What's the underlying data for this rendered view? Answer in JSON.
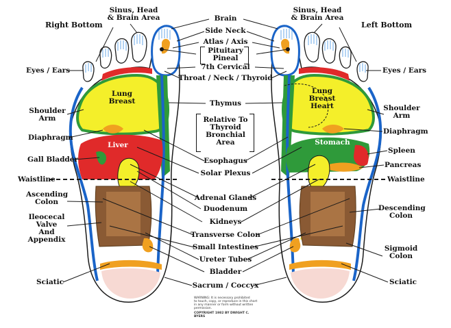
{
  "headings": {
    "right_bottom": "Right Bottom",
    "left_bottom": "Left Bottom"
  },
  "labels": {
    "sinus_right": "Sinus, Head\n& Brain Area",
    "sinus_left": "Sinus, Head\n& Brain Area",
    "eyes_ears_right": "Eyes / Ears",
    "eyes_ears_left": "Eyes / Ears",
    "shoulder_arm_right": "Shoulder\nArm",
    "shoulder_arm_left": "Shoulder\nArm",
    "diaphragm_right": "Diaphragm",
    "diaphragm_left": "Diaphragm",
    "gall_bladder": "Gall Bladder",
    "waistline_right": "Waistline",
    "waistline_left": "Waistline",
    "ascending_colon": "Ascending\nColon",
    "ileocecal": "Ileocecal\nValve\nAnd\nAppendix",
    "sciatic_right": "Sciatic",
    "sciatic_left": "Sciatic",
    "spleen": "Spleen",
    "pancreas": "Pancreas",
    "descending_colon": "Descending\nColon",
    "sigmoid_colon": "Sigmoid\nColon",
    "brain": "Brain",
    "side_neck": "Side Neck",
    "atlas_axis": "Atlas / Axis",
    "pituitary_pineal": "Pituitary\nPineal",
    "seventh_cervical": "7th Cervical",
    "throat_neck_thyroid": "Throat / Neck / Thyroid",
    "thymus": "Thymus",
    "relative_thyroid": "Relative To\nThyroid\nBronchial\nArea",
    "esophagus": "Esophagus",
    "solar_plexus": "Solar Plexus",
    "adrenal_glands": "Adrenal Glands",
    "duodenum": "Duodenum",
    "kidneys": "Kidneys",
    "transverse_colon": "Transverse Colon",
    "small_intestines": "Small Intestines",
    "ureter_tubes": "Ureter Tubes",
    "bladder": "Bladder",
    "sacrum_coccyx": "Sacrum / Coccyx",
    "lung_breast_right": "Lung\nBreast",
    "lung_breast_heart_left": "Lung\nBreast\nHeart",
    "liver": "Liver",
    "stomach": "Stomach"
  },
  "notes": {
    "warning": "WARNING: It is necessary prohibited\nto touch, copy, or reproduce in this chart\nin any manner or form without written\npermission.",
    "copyright": "COPYRIGHT 1982 BY DWIGHT C.\nBYERS"
  },
  "colors": {
    "outline": "#1a64c8",
    "lung": "#f4ef2a",
    "liver": "#e02a2a",
    "green": "#2f9a3a",
    "colon": "#8a5a34",
    "orange": "#f0a020",
    "pink": "#f5c9c3",
    "skin": "#ffffff",
    "toe_line": "#6aa8e8"
  }
}
